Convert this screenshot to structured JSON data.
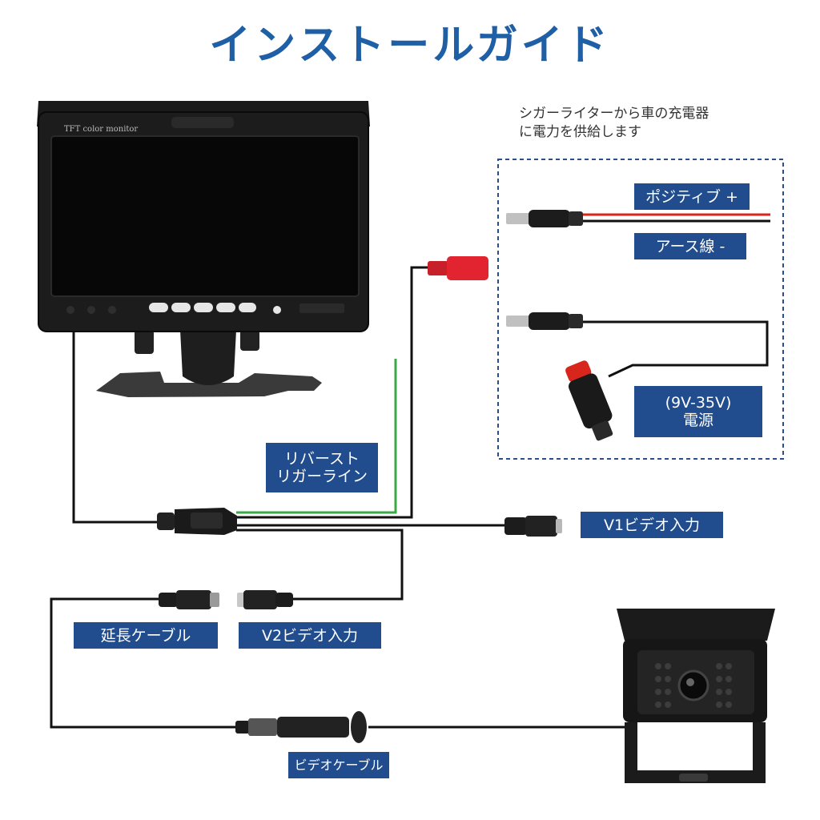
{
  "title": "インストールガイド",
  "note": {
    "line1": "シガーライターから車の充電器",
    "line2": "に電力を供給します"
  },
  "monitor": {
    "model_text": "TFT color monitor"
  },
  "labels": {
    "positive": "ポジティブ +",
    "ground": "アース線 -",
    "power_line1": "(9V-35V)",
    "power_line2": "電源",
    "reverse_line1": "リバースト",
    "reverse_line2": "リガーライン",
    "v1": "V1ビデオ入力",
    "extension": "延長ケーブル",
    "v2": "V2ビデオ入力",
    "video_cable": "ビデオケーブル"
  },
  "colors": {
    "title": "#1f5fa6",
    "label_bg": "#214d8f",
    "wire_red": "#d9261c",
    "wire_green": "#3aa845",
    "dashed_box": "#2a4f8a"
  }
}
